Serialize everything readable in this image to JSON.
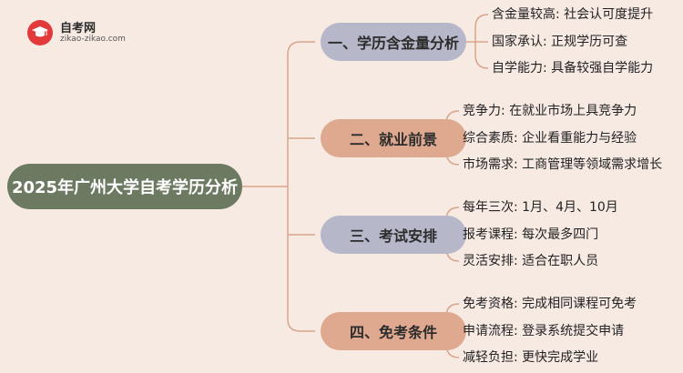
{
  "logo": {
    "title": "自考网",
    "url": "zikao-zikao.com"
  },
  "root": {
    "label": "2025年广州大学自考学历分析"
  },
  "branches": [
    {
      "label": "一、学历含金量分析",
      "leaves": [
        "含金量较高: 社会认可度提升",
        "国家承认: 正规学历可查",
        "自学能力: 具备较强自学能力"
      ]
    },
    {
      "label": "二、就业前景",
      "leaves": [
        "竞争力: 在就业市场上具竞争力",
        "综合素质: 企业看重能力与经验",
        "市场需求: 工商管理等领域需求增长"
      ]
    },
    {
      "label": "三、考试安排",
      "leaves": [
        "每年三次: 1月、4月、10月",
        "报考课程: 每次最多四门",
        "灵活安排: 适合在职人员"
      ]
    },
    {
      "label": "四、免考条件",
      "leaves": [
        "免考资格: 完成相同课程可免考",
        "申请流程: 登录系统提交申请",
        "减轻负担: 更快完成学业"
      ]
    }
  ],
  "colors": {
    "background": "#f7eae3",
    "root": "#6c7a62",
    "branch_gray": "#b6b7c9",
    "branch_salmon": "#dfa98f",
    "connector": "#d9a58a"
  }
}
